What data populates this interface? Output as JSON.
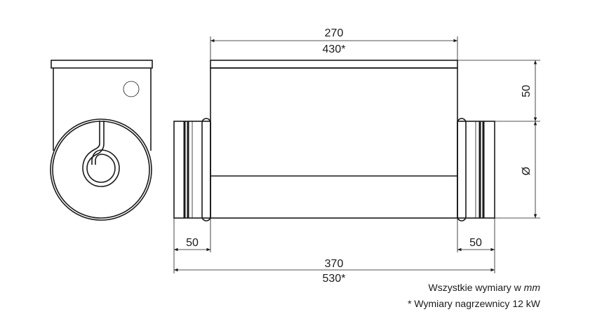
{
  "dimensions": {
    "top_length": "270",
    "top_length_alt": "430*",
    "right_offset": "50",
    "diameter_symbol": "Ø",
    "left_collar": "50",
    "right_collar": "50",
    "total_length": "370",
    "total_length_alt": "530*"
  },
  "notes": {
    "units_prefix": "Wszystkie wymiary w ",
    "units_unit": "mm",
    "asterisk_note": "* Wymiary nagrzewnicy 12 kW"
  }
}
